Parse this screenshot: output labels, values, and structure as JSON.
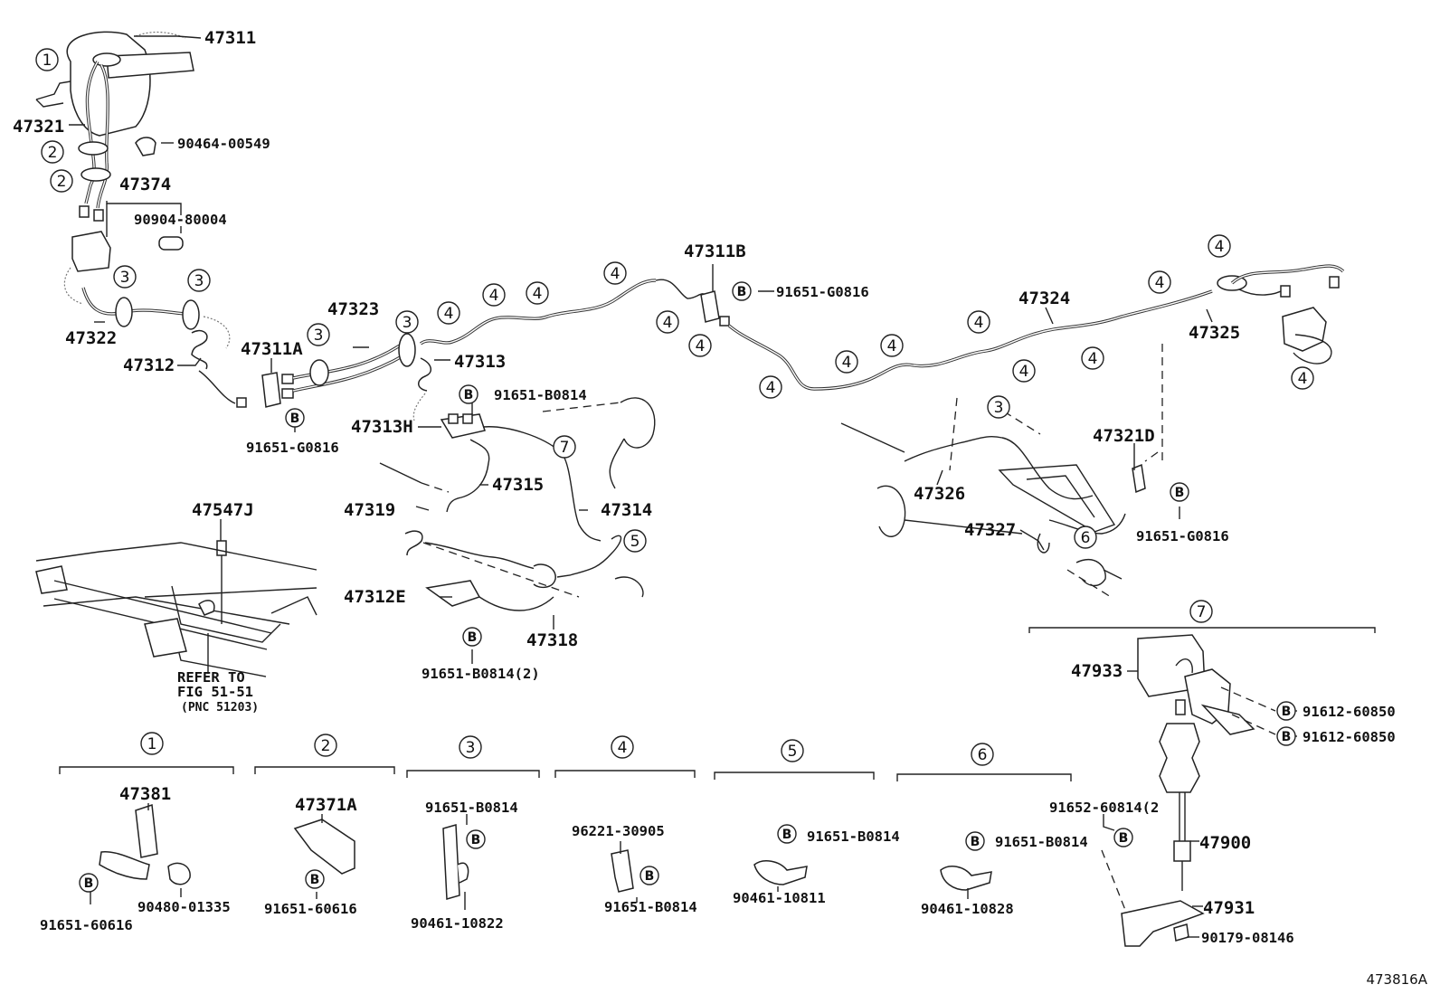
{
  "figure_id": "473816A",
  "refer_note": [
    "REFER TO",
    "FIG 51-51",
    "(PNC 51203)"
  ],
  "labels": {
    "p47311": "47311",
    "p47321": "47321",
    "p90464": "90464-00549",
    "p47374": "47374",
    "p90904": "90904-80004",
    "p47322": "47322",
    "p47312": "47312",
    "p47311A": "47311A",
    "p91651G_a": "91651-G0816",
    "p47323": "47323",
    "p47313": "47313",
    "p91651B_a": "91651-B0814",
    "p47313H": "47313H",
    "p47315": "47315",
    "p47319": "47319",
    "p47314": "47314",
    "p47312E": "47312E",
    "p47318": "47318",
    "p91651B2": "91651-B0814(2)",
    "p47311B": "47311B",
    "p91651G_b": "91651-G0816",
    "p47324": "47324",
    "p47325": "47325",
    "p47321D": "47321D",
    "p91651G_c": "91651-G0816",
    "p47326": "47326",
    "p47327": "47327",
    "p47547J": "47547J",
    "p47933": "47933",
    "p91612_a": "91612-60850",
    "p91612_b": "91612-60850",
    "p47900": "47900",
    "p47931": "47931",
    "p90179": "90179-08146",
    "p91652": "91652-60814(2",
    "p47381": "47381",
    "p91651_60616_a": "91651-60616",
    "p90480": "90480-01335",
    "p47371A": "47371A",
    "p91651_60616_b": "91651-60616",
    "p91651B_d3": "91651-B0814",
    "p90461_10822": "90461-10822",
    "p96221": "96221-30905",
    "p91651B_d4": "91651-B0814",
    "p91651B_d5": "91651-B0814",
    "p90461_10811": "90461-10811",
    "p91651B_d6": "91651-B0814",
    "p90461_10828": "90461-10828"
  },
  "bolt_symbol": "B",
  "detail_groups": [
    "1",
    "2",
    "3",
    "4",
    "5",
    "6",
    "7"
  ],
  "callouts": [
    {
      "n": "1"
    },
    {
      "n": "2"
    },
    {
      "n": "2"
    },
    {
      "n": "3"
    },
    {
      "n": "3"
    },
    {
      "n": "3"
    },
    {
      "n": "3"
    },
    {
      "n": "4"
    },
    {
      "n": "4"
    },
    {
      "n": "4"
    },
    {
      "n": "4"
    },
    {
      "n": "4"
    },
    {
      "n": "4"
    },
    {
      "n": "4"
    },
    {
      "n": "4"
    },
    {
      "n": "4"
    },
    {
      "n": "4"
    },
    {
      "n": "4"
    },
    {
      "n": "4"
    },
    {
      "n": "4"
    },
    {
      "n": "4"
    },
    {
      "n": "4"
    },
    {
      "n": "3"
    },
    {
      "n": "7"
    },
    {
      "n": "5"
    },
    {
      "n": "6"
    },
    {
      "n": "5"
    },
    {
      "n": "5"
    }
  ]
}
